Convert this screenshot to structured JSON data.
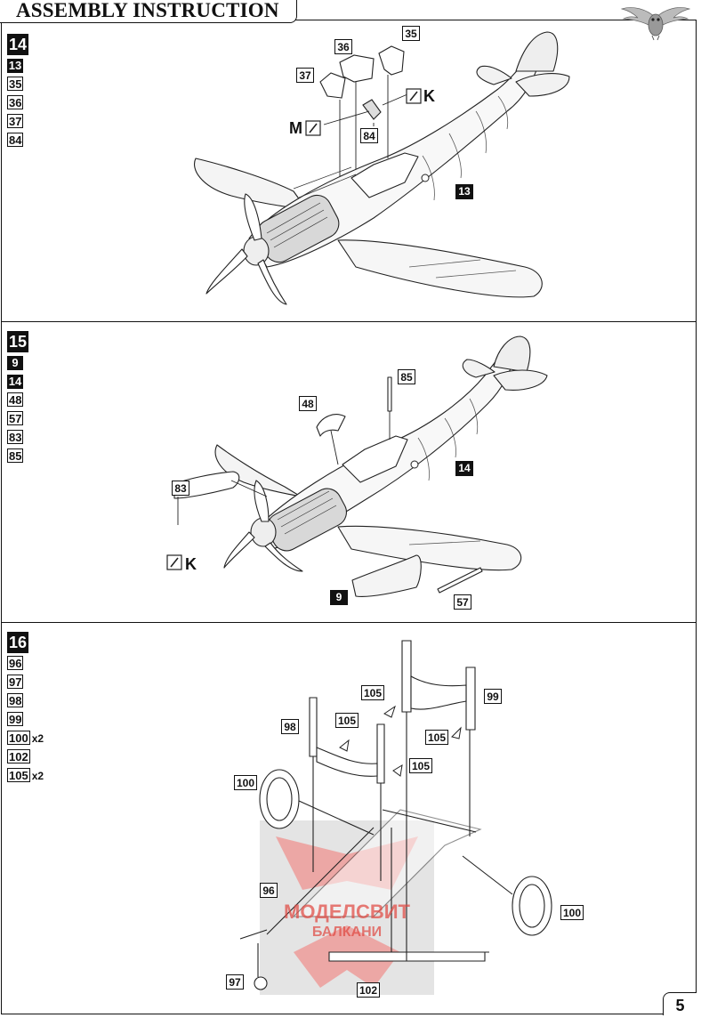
{
  "header": {
    "title": "ASSEMBLY INSTRUCTION"
  },
  "page_number": "5",
  "steps": [
    {
      "number": "14",
      "parts": [
        {
          "id": "13",
          "style": "black"
        },
        {
          "id": "35",
          "style": "white"
        },
        {
          "id": "36",
          "style": "white"
        },
        {
          "id": "37",
          "style": "white"
        },
        {
          "id": "84",
          "style": "white"
        }
      ],
      "callouts": {
        "c36": "36",
        "c35": "35",
        "c37": "37",
        "c84": "84",
        "c13": "13",
        "paint_k": "K",
        "paint_m": "M"
      }
    },
    {
      "number": "15",
      "parts": [
        {
          "id": "9",
          "style": "black"
        },
        {
          "id": "14",
          "style": "black"
        },
        {
          "id": "48",
          "style": "white"
        },
        {
          "id": "57",
          "style": "white"
        },
        {
          "id": "83",
          "style": "white"
        },
        {
          "id": "85",
          "style": "white"
        }
      ],
      "callouts": {
        "c85": "85",
        "c48": "48",
        "c14": "14",
        "c83": "83",
        "c9": "9",
        "c57": "57",
        "paint_k": "K"
      }
    },
    {
      "number": "16",
      "parts": [
        {
          "id": "96",
          "style": "white",
          "qty": ""
        },
        {
          "id": "97",
          "style": "white",
          "qty": ""
        },
        {
          "id": "98",
          "style": "white",
          "qty": ""
        },
        {
          "id": "99",
          "style": "white",
          "qty": ""
        },
        {
          "id": "100",
          "style": "white",
          "qty": "x2"
        },
        {
          "id": "102",
          "style": "white",
          "qty": ""
        },
        {
          "id": "105",
          "style": "white",
          "qty": "x2"
        }
      ],
      "callouts": {
        "c105a": "105",
        "c99": "99",
        "c98": "98",
        "c105b": "105",
        "c105c": "105",
        "c105d": "105",
        "c100a": "100",
        "c100b": "100",
        "c96": "96",
        "c97": "97",
        "c102": "102"
      }
    }
  ],
  "watermark": {
    "line1": "МОДЕЛСВИТ",
    "line2": "БАЛКАНИ",
    "color": "#e0453e"
  },
  "colors": {
    "ink": "#111111",
    "paper": "#ffffff"
  },
  "icons": [
    "owl-logo-icon",
    "paint-brush-icon"
  ]
}
